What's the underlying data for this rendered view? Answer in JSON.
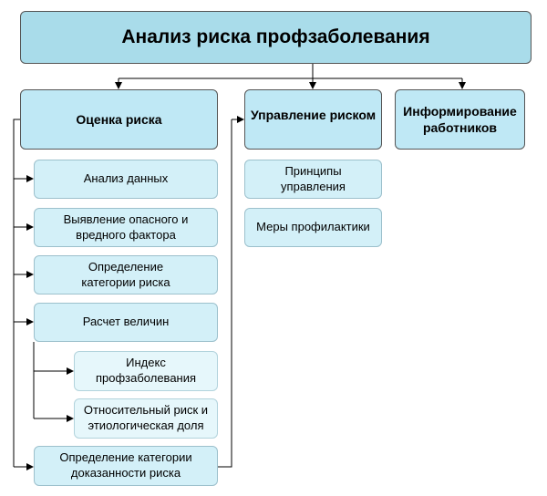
{
  "title": "Анализ риска профзаболевания",
  "columns": {
    "assessment": {
      "label": "Оценка риска",
      "items": {
        "data_analysis": "Анализ данных",
        "hazard_detection": "Выявление опасного и вредного фактора",
        "risk_category": "Определение категории риска",
        "calculation": "Расчет величин",
        "disease_index": "Индекс профзаболевания",
        "relative_risk": "Относительный риск и этиологическая доля",
        "evidence_category": "Определение категории доказанности риска"
      }
    },
    "management": {
      "label": "Управление риском",
      "items": {
        "principles": "Принципы управления",
        "prevention": "Меры профилактики"
      }
    },
    "informing": {
      "label": "Информирование работников"
    }
  },
  "colors": {
    "title_fill": "#a9dcea",
    "header_fill": "#bfe8f5",
    "item_fill": "#d3f0f8",
    "subitem_fill": "#e6f7fb",
    "line": "#000000"
  }
}
